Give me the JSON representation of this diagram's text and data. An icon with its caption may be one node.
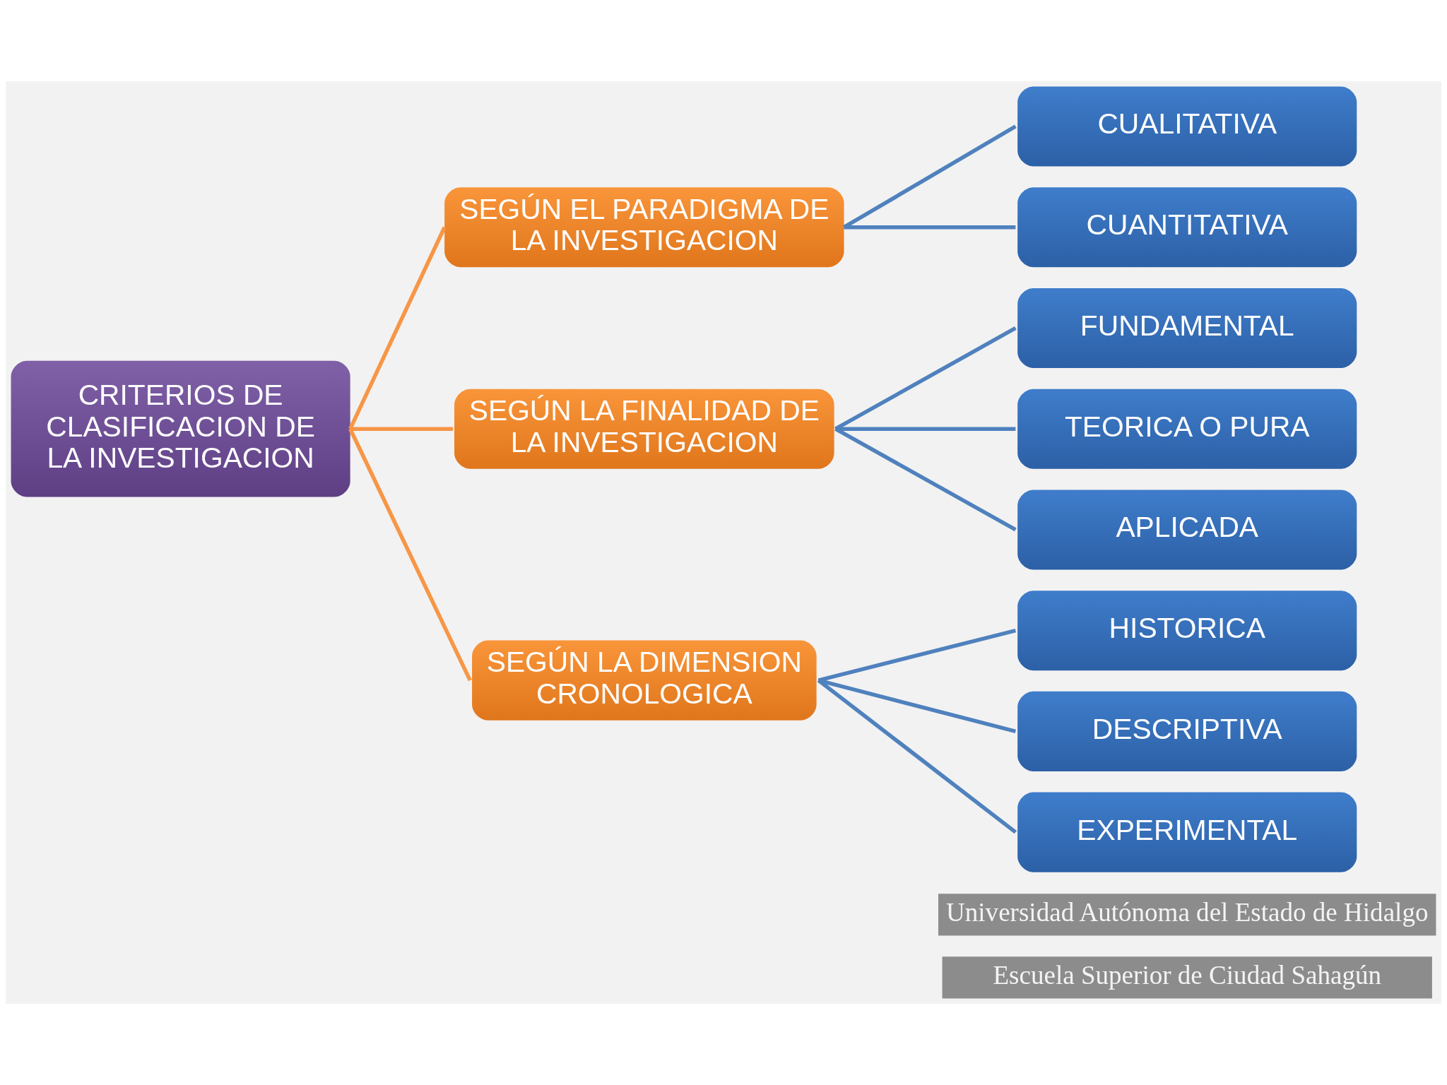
{
  "diagram": {
    "nodes": [
      {
        "text": [
          "CRITERIOS DE CLASIFICACION DE LA INVESTIGACION"
        ]
      },
      {
        "text": [
          "SEGÚN EL PARADIGMA DE LA INVESTIGACION"
        ]
      },
      {
        "text": [
          "SEGÚN LA FINALIDAD DE LA INVESTIGACION"
        ]
      },
      {
        "text": [
          "SEGÚN LA DIMENSION CRONOLOGICA"
        ]
      },
      {
        "text": [
          "CUALITATIVA"
        ]
      },
      {
        "text": [
          "CUANTITATIVA"
        ]
      },
      {
        "text": [
          "FUNDAMENTAL"
        ]
      },
      {
        "text": [
          "TEORICA O PURA"
        ]
      },
      {
        "text": [
          "APLICADA"
        ]
      },
      {
        "text": [
          "HISTORICA"
        ]
      },
      {
        "text": [
          "DESCRIPTIVA"
        ]
      },
      {
        "text": [
          "EXPERIMENTAL"
        ]
      }
    ],
    "edges": [
      {
        "from": 0,
        "to": 1,
        "arrow": "none",
        "color": "#f79646"
      },
      {
        "from": 0,
        "to": 2,
        "arrow": "none",
        "color": "#f79646"
      },
      {
        "from": 0,
        "to": 3,
        "arrow": "none",
        "color": "#f79646"
      },
      {
        "from": 1,
        "to": 4,
        "arrow": "none"
      },
      {
        "from": 1,
        "to": 5,
        "arrow": "none"
      },
      {
        "from": 2,
        "to": 6,
        "arrow": "none"
      },
      {
        "from": 2,
        "to": 7,
        "arrow": "none"
      },
      {
        "from": 2,
        "to": 8,
        "arrow": "none"
      },
      {
        "from": 3,
        "to": 9,
        "arrow": "none"
      },
      {
        "from": 3,
        "to": 10,
        "arrow": "none"
      },
      {
        "from": 3,
        "to": 11,
        "arrow": "none"
      }
    ],
    "labels": [
      "Universidad Autónoma del Estado de Hidalgo",
      "Escuela Superior de Ciudad Sahagún"
    ]
  }
}
